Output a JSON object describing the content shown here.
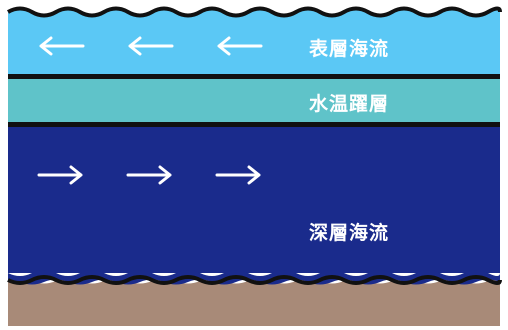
{
  "diagram": {
    "layers": {
      "surface": {
        "label": "表層海流",
        "color": "#5bc8f5",
        "flow": "left"
      },
      "thermocline": {
        "label": "水温躍層",
        "color": "#5fc3c9"
      },
      "deep": {
        "label": "深層海流",
        "color": "#1a2b8c",
        "flow": "right"
      },
      "seabed": {
        "color": "#a88a78"
      }
    },
    "arrow_icon_names": [
      "arrow-left-icon",
      "arrow-right-icon"
    ]
  }
}
